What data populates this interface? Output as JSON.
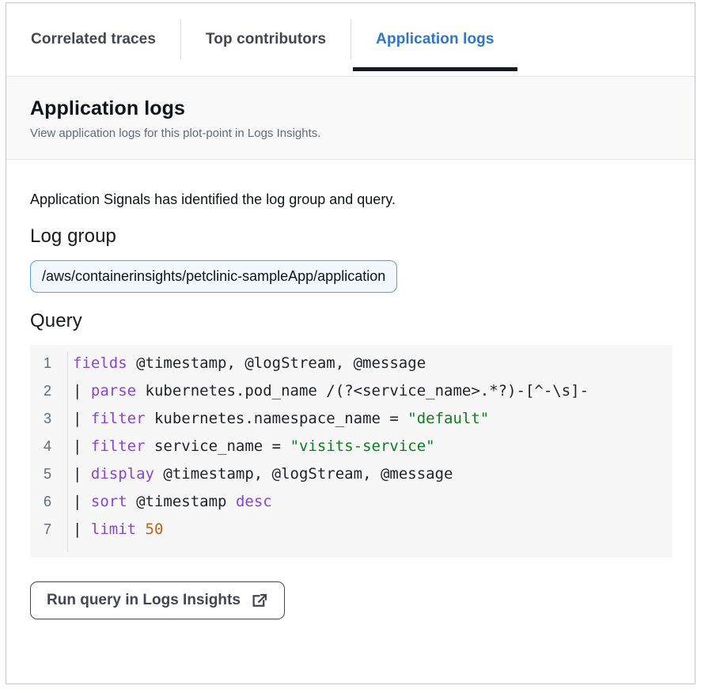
{
  "tabs": [
    {
      "label": "Correlated traces",
      "active": false
    },
    {
      "label": "Top contributors",
      "active": false
    },
    {
      "label": "Application logs",
      "active": true
    }
  ],
  "header": {
    "title": "Application logs",
    "subtitle": "View application logs for this plot-point in Logs Insights."
  },
  "body": {
    "intro": "Application Signals has identified the log group and query.",
    "log_group_heading": "Log group",
    "log_group_value": "/aws/containerinsights/petclinic-sampleApp/application",
    "query_heading": "Query"
  },
  "query": {
    "lines": [
      {
        "n": "1",
        "tokens": [
          {
            "t": "fields",
            "c": "kw"
          },
          {
            "t": " @timestamp, @logStream, @message",
            "c": "plain"
          }
        ]
      },
      {
        "n": "2",
        "tokens": [
          {
            "t": "| ",
            "c": "plain"
          },
          {
            "t": "parse",
            "c": "kw"
          },
          {
            "t": " kubernetes.pod_name /(?<service_name>.*?)-[^-\\s]-",
            "c": "plain"
          }
        ]
      },
      {
        "n": "3",
        "tokens": [
          {
            "t": "| ",
            "c": "plain"
          },
          {
            "t": "filter",
            "c": "kw"
          },
          {
            "t": " kubernetes.namespace_name = ",
            "c": "plain"
          },
          {
            "t": "\"default\"",
            "c": "str"
          }
        ]
      },
      {
        "n": "4",
        "tokens": [
          {
            "t": "| ",
            "c": "plain"
          },
          {
            "t": "filter",
            "c": "kw"
          },
          {
            "t": " service_name = ",
            "c": "plain"
          },
          {
            "t": "\"visits-service\"",
            "c": "str"
          }
        ]
      },
      {
        "n": "5",
        "tokens": [
          {
            "t": "| ",
            "c": "plain"
          },
          {
            "t": "display",
            "c": "kw"
          },
          {
            "t": " @timestamp, @logStream, @message",
            "c": "plain"
          }
        ]
      },
      {
        "n": "6",
        "tokens": [
          {
            "t": "| ",
            "c": "plain"
          },
          {
            "t": "sort",
            "c": "kw"
          },
          {
            "t": " @timestamp ",
            "c": "plain"
          },
          {
            "t": "desc",
            "c": "kw"
          }
        ]
      },
      {
        "n": "7",
        "tokens": [
          {
            "t": "| ",
            "c": "plain"
          },
          {
            "t": "limit",
            "c": "kw"
          },
          {
            "t": " ",
            "c": "plain"
          },
          {
            "t": "50",
            "c": "num"
          }
        ]
      }
    ]
  },
  "footer": {
    "run_query_label": "Run query in Logs Insights",
    "external_link_icon": "external-link-icon"
  },
  "colors": {
    "active_tab_text": "#2d76c8",
    "active_tab_underline": "#0f1b2a",
    "inactive_tab_text": "#424650",
    "chip_border": "#539fe5",
    "chip_background": "#f2f8fd",
    "code_background": "#f7f7f8",
    "keyword": "#8b43d6",
    "string": "#0d7d1f",
    "number": "#b8641a"
  }
}
